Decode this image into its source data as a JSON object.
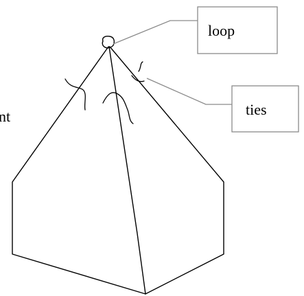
{
  "labels": {
    "loop": "loop",
    "ties": "ties",
    "left_edge_fragment": "nt"
  },
  "colors": {
    "outline": "#000000",
    "callout": "#8a8a8a",
    "background": "#ffffff"
  }
}
